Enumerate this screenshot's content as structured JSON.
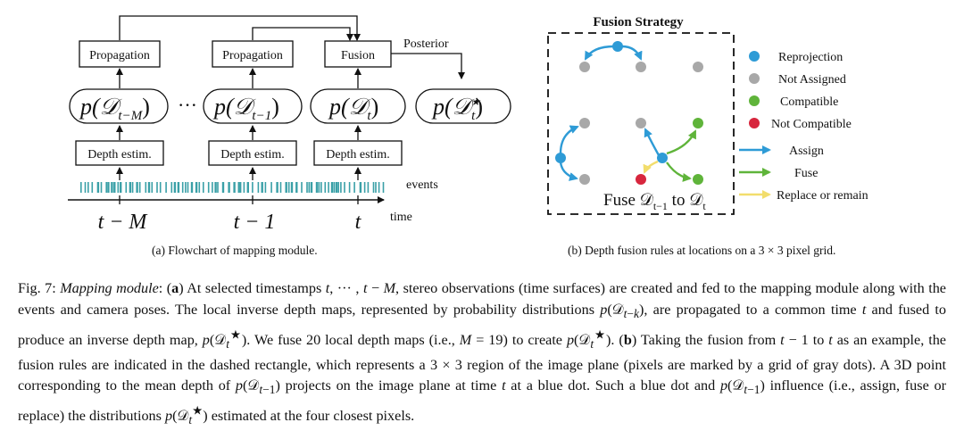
{
  "figure": {
    "panel_a": {
      "boxes": {
        "propagation_1": "Propagation",
        "propagation_2": "Propagation",
        "fusion": "Fusion",
        "depth_1": "Depth estim.",
        "depth_2": "Depth estim.",
        "depth_3": "Depth estim."
      },
      "dists": {
        "p_tM": "p(𝒟",
        "p_tM_sub": "t−M",
        "p_t1": "p(𝒟",
        "p_t1_sub": "t−1",
        "p_t": "p(𝒟",
        "p_t_sub": "t",
        "p_star": "p(𝒟",
        "p_star_sub": "t",
        "p_star_sup": "★",
        "close": ")",
        "ellipsis": "···"
      },
      "posterior_label": "Posterior",
      "events_label": "events",
      "time_label": "time",
      "ticks": [
        "t − M",
        "t − 1",
        "t"
      ],
      "subcaption": "(a) Flowchart of mapping module."
    },
    "panel_b": {
      "title": "Fusion Strategy",
      "legend": {
        "reprojection": "Reprojection",
        "not_assigned": "Not Assigned",
        "compatible": "Compatible",
        "not_compatible": "Not Compatible",
        "assign": "Assign",
        "fuse": "Fuse",
        "replace": "Replace or remain"
      },
      "fuse_text": "Fuse 𝒟",
      "fuse_sub1": "t−1",
      "fuse_to": " to 𝒟",
      "fuse_sub2": "t",
      "subcaption": "(b) Depth fusion rules at locations on a 3 × 3 pixel grid.",
      "colors": {
        "blue": "#2e9bd6",
        "gray": "#a8a8a8",
        "green": "#5fb43a",
        "red": "#d7263d",
        "yellow": "#f2dd6c"
      }
    }
  },
  "caption": {
    "label": "Fig. 7: ",
    "title": "Mapping module",
    "text_html": ": (<b>a</b>) At selected timestamps <span class=\"m\">t</span>, ··· , <span class=\"m\">t</span> − <span class=\"m\">M</span>, stereo observations (time surfaces) are created and fed to the mapping module along with the events and camera poses. The local inverse depth maps, represented by probability distributions <span class=\"m\">p</span>(𝒟<sub><span class=\"m\">t</span>−<span class=\"m\">k</span></sub>), are propagated to a common time <span class=\"m\">t</span> and fused to produce an inverse depth map, <span class=\"m\">p</span>(𝒟<sub><span class=\"m\">t</span></sub><sup>★</sup>). We fuse 20 local depth maps (i.e., <span class=\"m\">M</span> = 19) to create <span class=\"m\">p</span>(𝒟<sub><span class=\"m\">t</span></sub><sup>★</sup>). (<b>b</b>) Taking the fusion from <span class=\"m\">t</span> − 1 to <span class=\"m\">t</span> as an example, the fusion rules are indicated in the dashed rectangle, which represents a 3 × 3 region of the image plane (pixels are marked by a grid of gray dots). A 3D point corresponding to the mean depth of <span class=\"m\">p</span>(𝒟<sub><span class=\"m\">t</span>−1</sub>) projects on the image plane at time <span class=\"m\">t</span> at a blue dot. Such a blue dot and <span class=\"m\">p</span>(𝒟<sub><span class=\"m\">t</span>−1</sub>) influence (i.e., assign, fuse or replace) the distributions <span class=\"m\">p</span>(𝒟<sub><span class=\"m\">t</span></sub><sup>★</sup>) estimated at the four closest pixels."
  }
}
